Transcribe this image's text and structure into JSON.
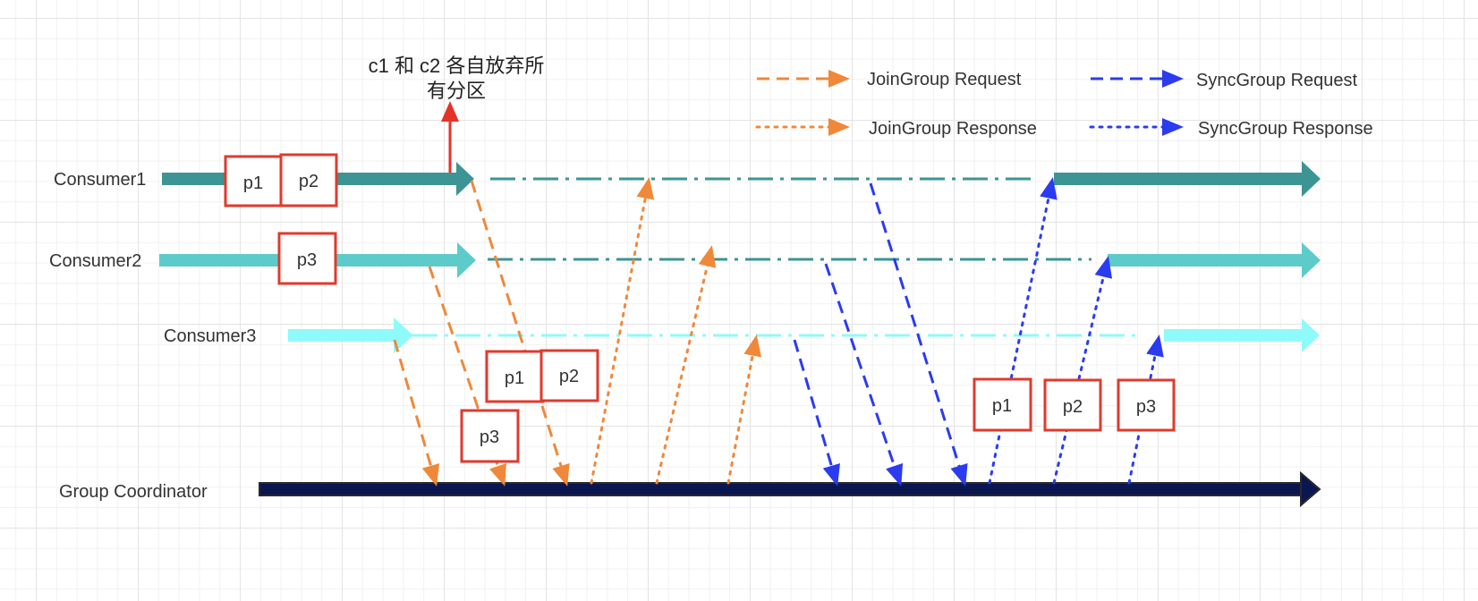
{
  "lanes": {
    "consumer1": "Consumer1",
    "consumer2": "Consumer2",
    "consumer3": "Consumer3",
    "coordinator": "Group Coordinator"
  },
  "note": {
    "line1": "c1 和 c2 各自放弃所",
    "line2": "有分区"
  },
  "legend": {
    "join_request": "JoinGroup Request",
    "join_response": "JoinGroup Response",
    "sync_request": "SyncGroup Request",
    "sync_response": "SyncGroup Response"
  },
  "partitions": {
    "c1_a": "p1",
    "c1_b": "p2",
    "c2_a": "p3",
    "mid_p1": "p1",
    "mid_p2": "p2",
    "mid_p3": "p3",
    "sync_p1": "p1",
    "sync_p2": "p2",
    "sync_p3": "p3"
  },
  "colors": {
    "consumer1": "#3d9494",
    "consumer2": "#5ecbcb",
    "consumer3": "#8ffafa",
    "coordinator": "#0a1650",
    "join": "#f0883a",
    "sync": "#2b3bf0",
    "partition_border": "#e03a2c",
    "note_arrow": "#e5332a"
  }
}
